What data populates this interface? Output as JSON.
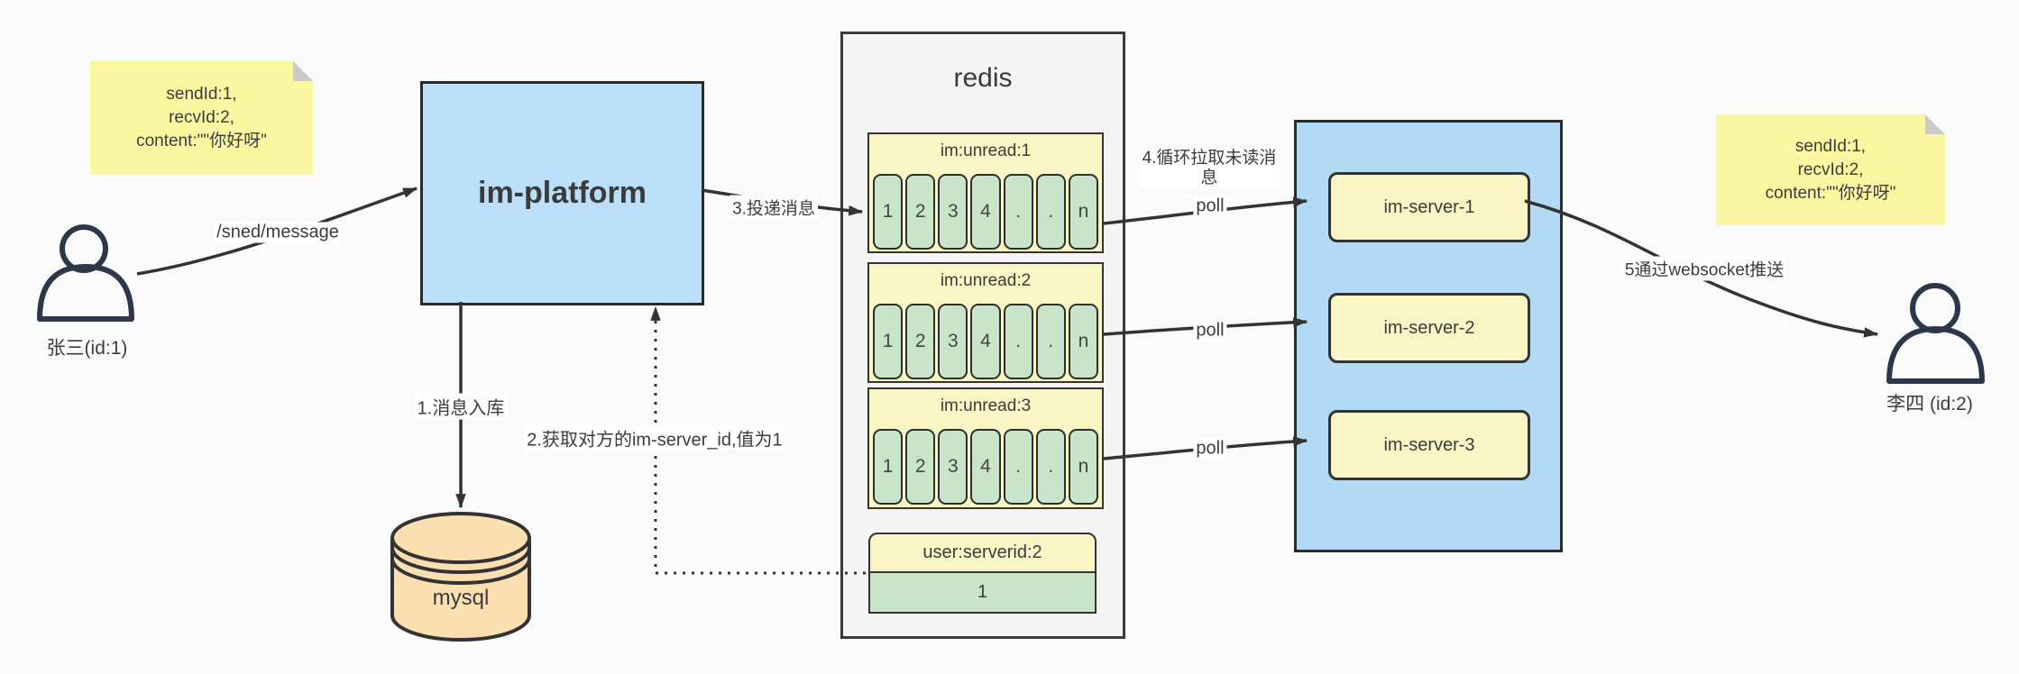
{
  "notes": {
    "left": {
      "lines": [
        "sendId:1,",
        "recvId:2,",
        "content:\"\"你好呀\""
      ]
    },
    "right": {
      "lines": [
        "sendId:1,",
        "recvId:2,",
        "content:\"\"你好呀\""
      ]
    }
  },
  "actors": {
    "sender": {
      "label": "张三(id:1)"
    },
    "receiver": {
      "label": "李四 (id:2)"
    }
  },
  "platform": {
    "label": "im-platform"
  },
  "database": {
    "label": "mysql"
  },
  "redis": {
    "title": "redis",
    "queues": [
      {
        "header": "im:unread:1",
        "cells": [
          "1",
          "2",
          "3",
          "4",
          ".",
          ".",
          "n"
        ]
      },
      {
        "header": "im:unread:2",
        "cells": [
          "1",
          "2",
          "3",
          "4",
          ".",
          ".",
          "n"
        ]
      },
      {
        "header": "im:unread:3",
        "cells": [
          "1",
          "2",
          "3",
          "4",
          ".",
          ".",
          "n"
        ]
      }
    ],
    "kv": {
      "header": "user:serverid:2",
      "value": "1"
    }
  },
  "servers": {
    "items": [
      {
        "label": "im-server-1"
      },
      {
        "label": "im-server-2"
      },
      {
        "label": "im-server-3"
      }
    ]
  },
  "edges": {
    "send": "/sned/message",
    "step1": "1.消息入库",
    "step2": "2.获取对方的im-server_id,值为1",
    "step3": "3.投递消息",
    "step4_lines": [
      "4.循环拉取未读消",
      "息"
    ],
    "step5": "5通过websocket推送",
    "poll": "poll"
  },
  "colors": {
    "canvas": "#fafafa",
    "note_yellow": "#fbf7a0",
    "box_yellow": "#faf5c5",
    "cell_green": "#c9e5c9",
    "platform_blue": "#bbdff9",
    "servers_blue": "#b3daf5",
    "mysql_tan": "#fbdfb0",
    "redis_gray": "#f4f4f4",
    "line": "#333333"
  }
}
